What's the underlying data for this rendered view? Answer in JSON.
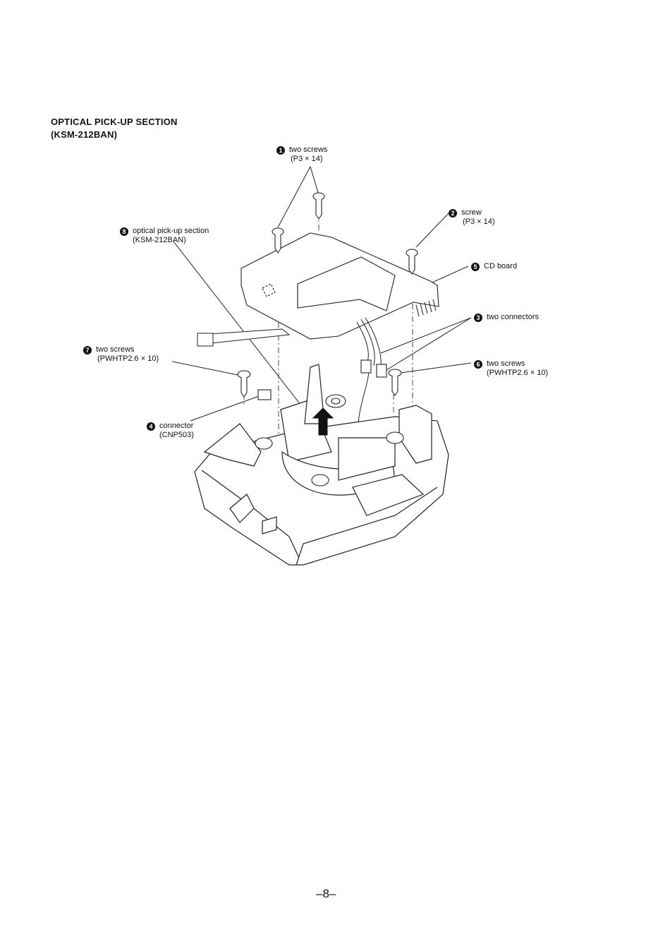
{
  "heading": {
    "line1": "OPTICAL  PICK-UP  SECTION",
    "line2": "(KSM-212BAN)"
  },
  "callouts": [
    {
      "num": "1",
      "text": "two screws",
      "sub": "(P3 × 14)"
    },
    {
      "num": "2",
      "text": "screw",
      "sub": "(P3 × 14)"
    },
    {
      "num": "3",
      "text": "two connectors",
      "sub": ""
    },
    {
      "num": "4",
      "text": "connector",
      "sub": "(CNP503)"
    },
    {
      "num": "5",
      "text": "CD board",
      "sub": ""
    },
    {
      "num": "6",
      "text": "two screws",
      "sub": "(PWHTP2.6 × 10)"
    },
    {
      "num": "7",
      "text": "two screws",
      "sub": "(PWHTP2.6 × 10)"
    },
    {
      "num": "8",
      "text": "optical pick-up section",
      "sub": "(KSM-212BAN)"
    }
  ],
  "page_number": "–8–"
}
